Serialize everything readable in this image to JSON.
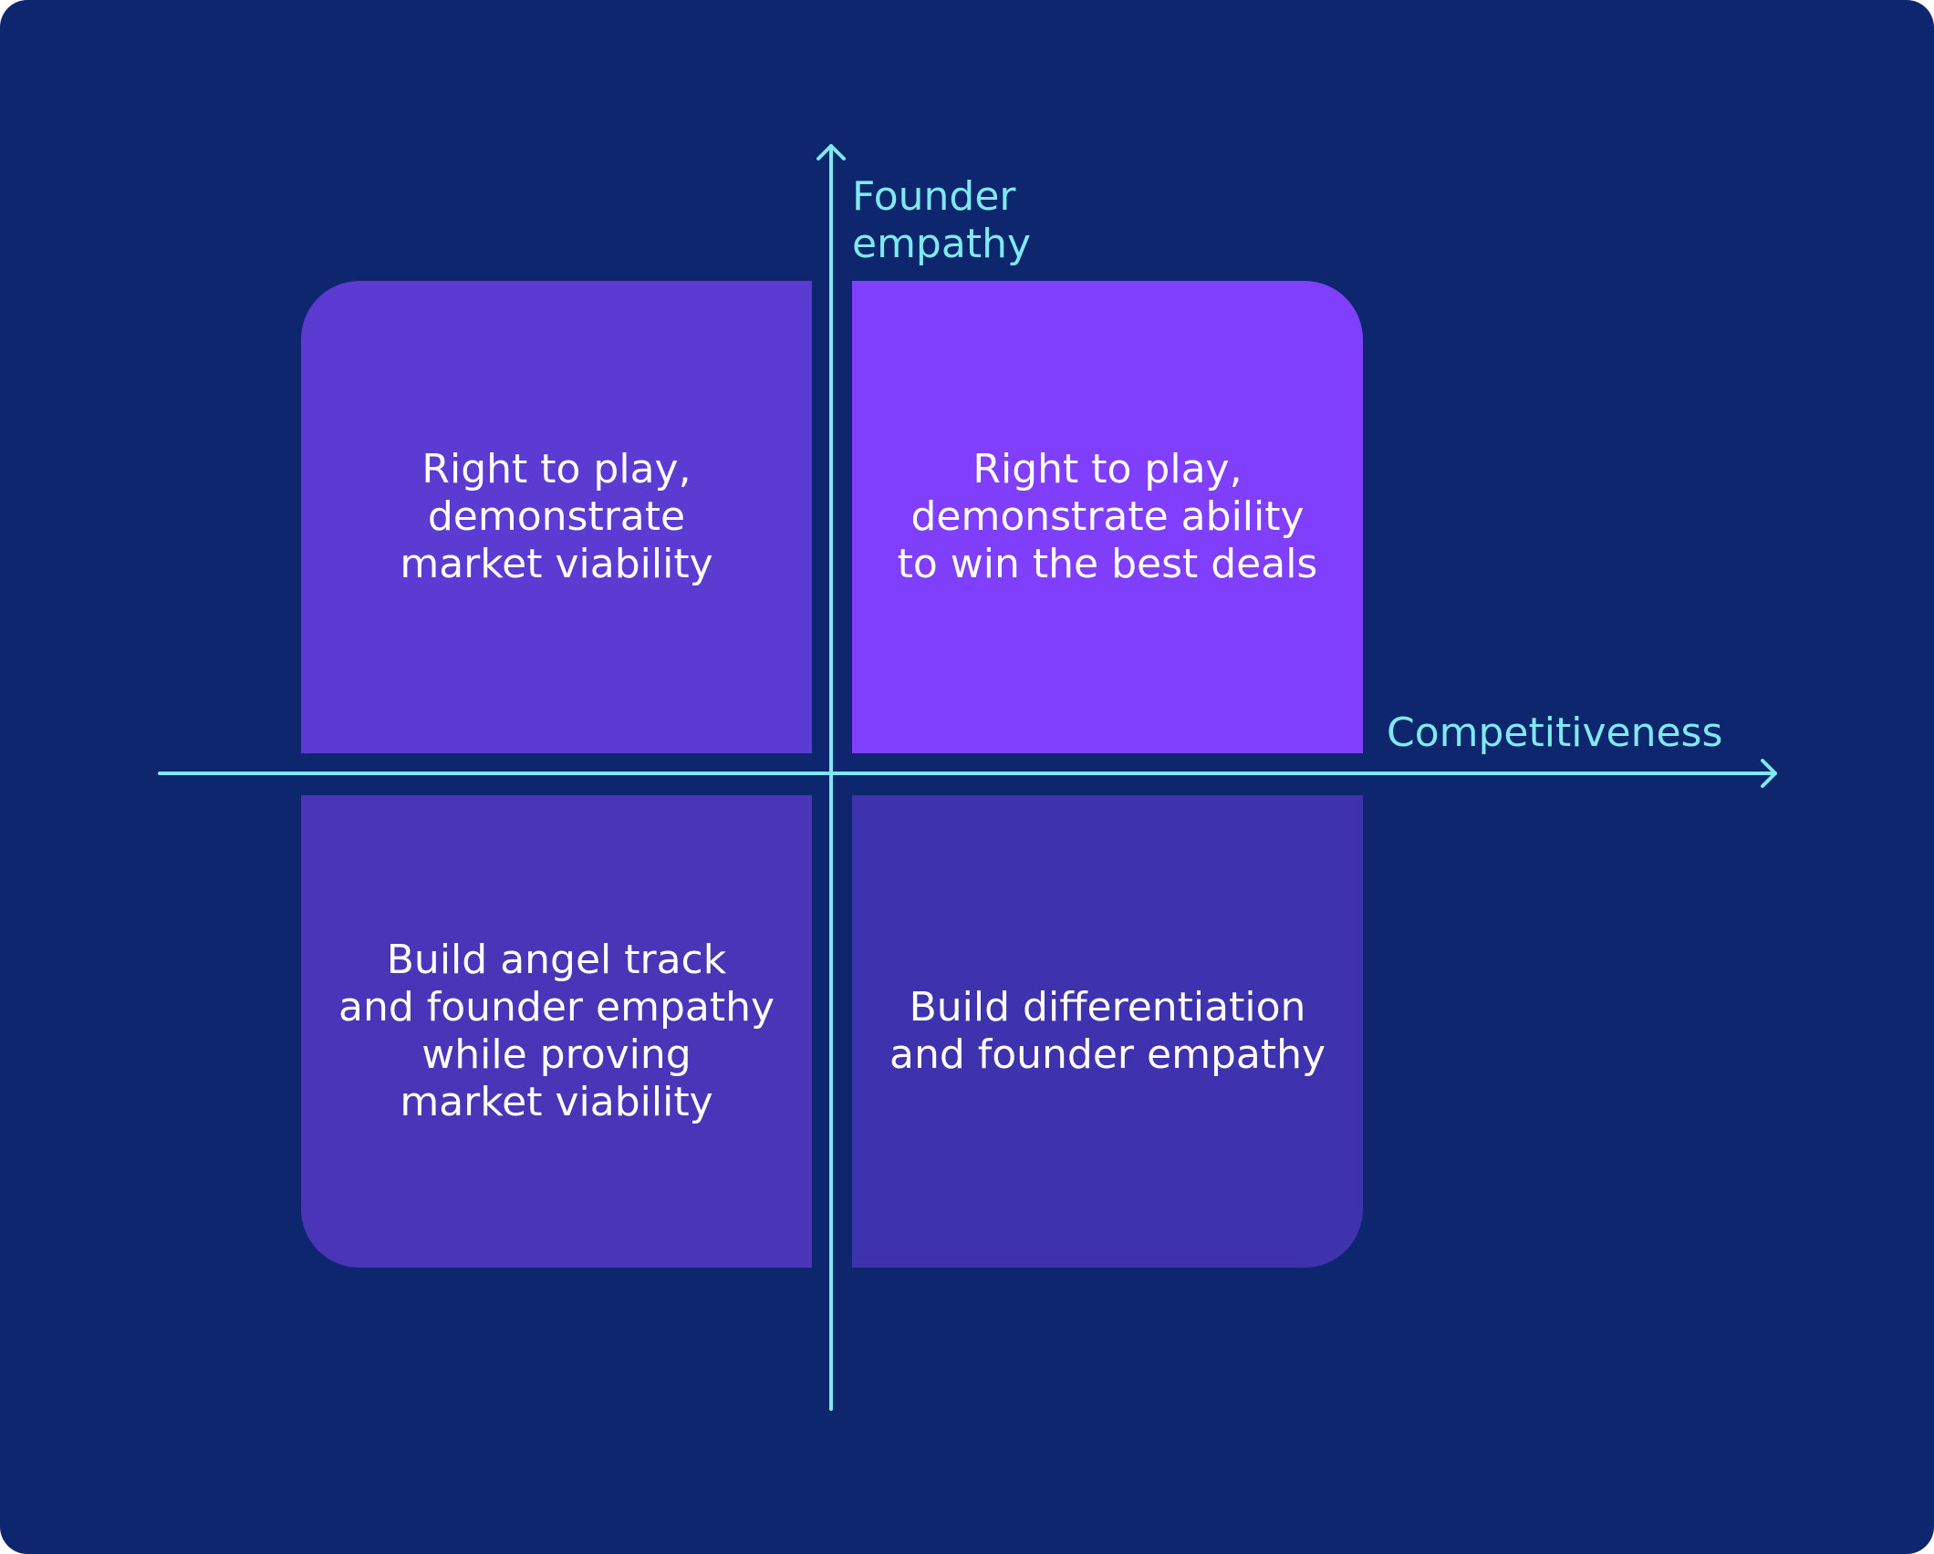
{
  "colors": {
    "background": "#0d266e",
    "axis": "#7ee9f0",
    "quadrant_top_left": "#5b3bd2",
    "quadrant_top_right": "#803ffd",
    "quadrant_bottom_left": "#4a34b8",
    "quadrant_bottom_right": "#3f32ae",
    "text": "#ffffff"
  },
  "axes": {
    "y_label": "Founder\nempathy",
    "x_label": "Competitiveness"
  },
  "quadrants": {
    "top_left": "Right to play,\ndemonstrate\nmarket viability",
    "top_right": "Right to play,\ndemonstrate ability\nto win the best deals",
    "bottom_left": "Build angel track\nand founder empathy\nwhile proving\nmarket viability",
    "bottom_right": "Build differentiation\nand founder empathy"
  }
}
